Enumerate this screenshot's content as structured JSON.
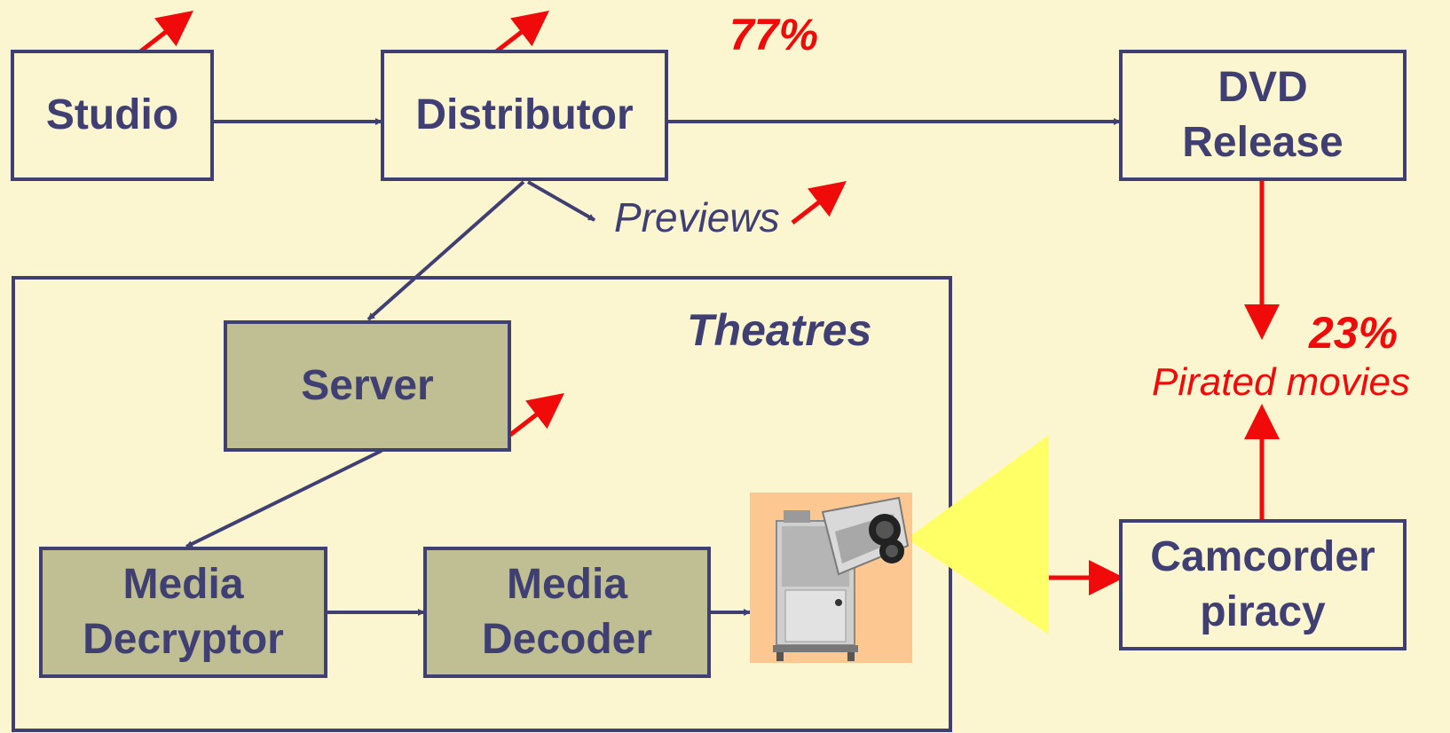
{
  "nodes": {
    "studio": "Studio",
    "distributor": "Distributor",
    "dvd_line1": "DVD",
    "dvd_line2": "Release",
    "server": "Server",
    "decryptor_line1": "Media",
    "decryptor_line2": "Decryptor",
    "decoder_line1": "Media",
    "decoder_line2": "Decoder",
    "camcorder_line1": "Camcorder",
    "camcorder_line2": "piracy"
  },
  "labels": {
    "pct_77": "77%",
    "pct_23": "23%",
    "previews": "Previews",
    "theatres": "Theatres",
    "pirated": "Pirated movies"
  },
  "colors": {
    "navy": "#3f3f73",
    "red": "#f00a0a",
    "background": "#fbf6cf",
    "box_fill": "#bfbf93",
    "beam": "#ffff66"
  }
}
